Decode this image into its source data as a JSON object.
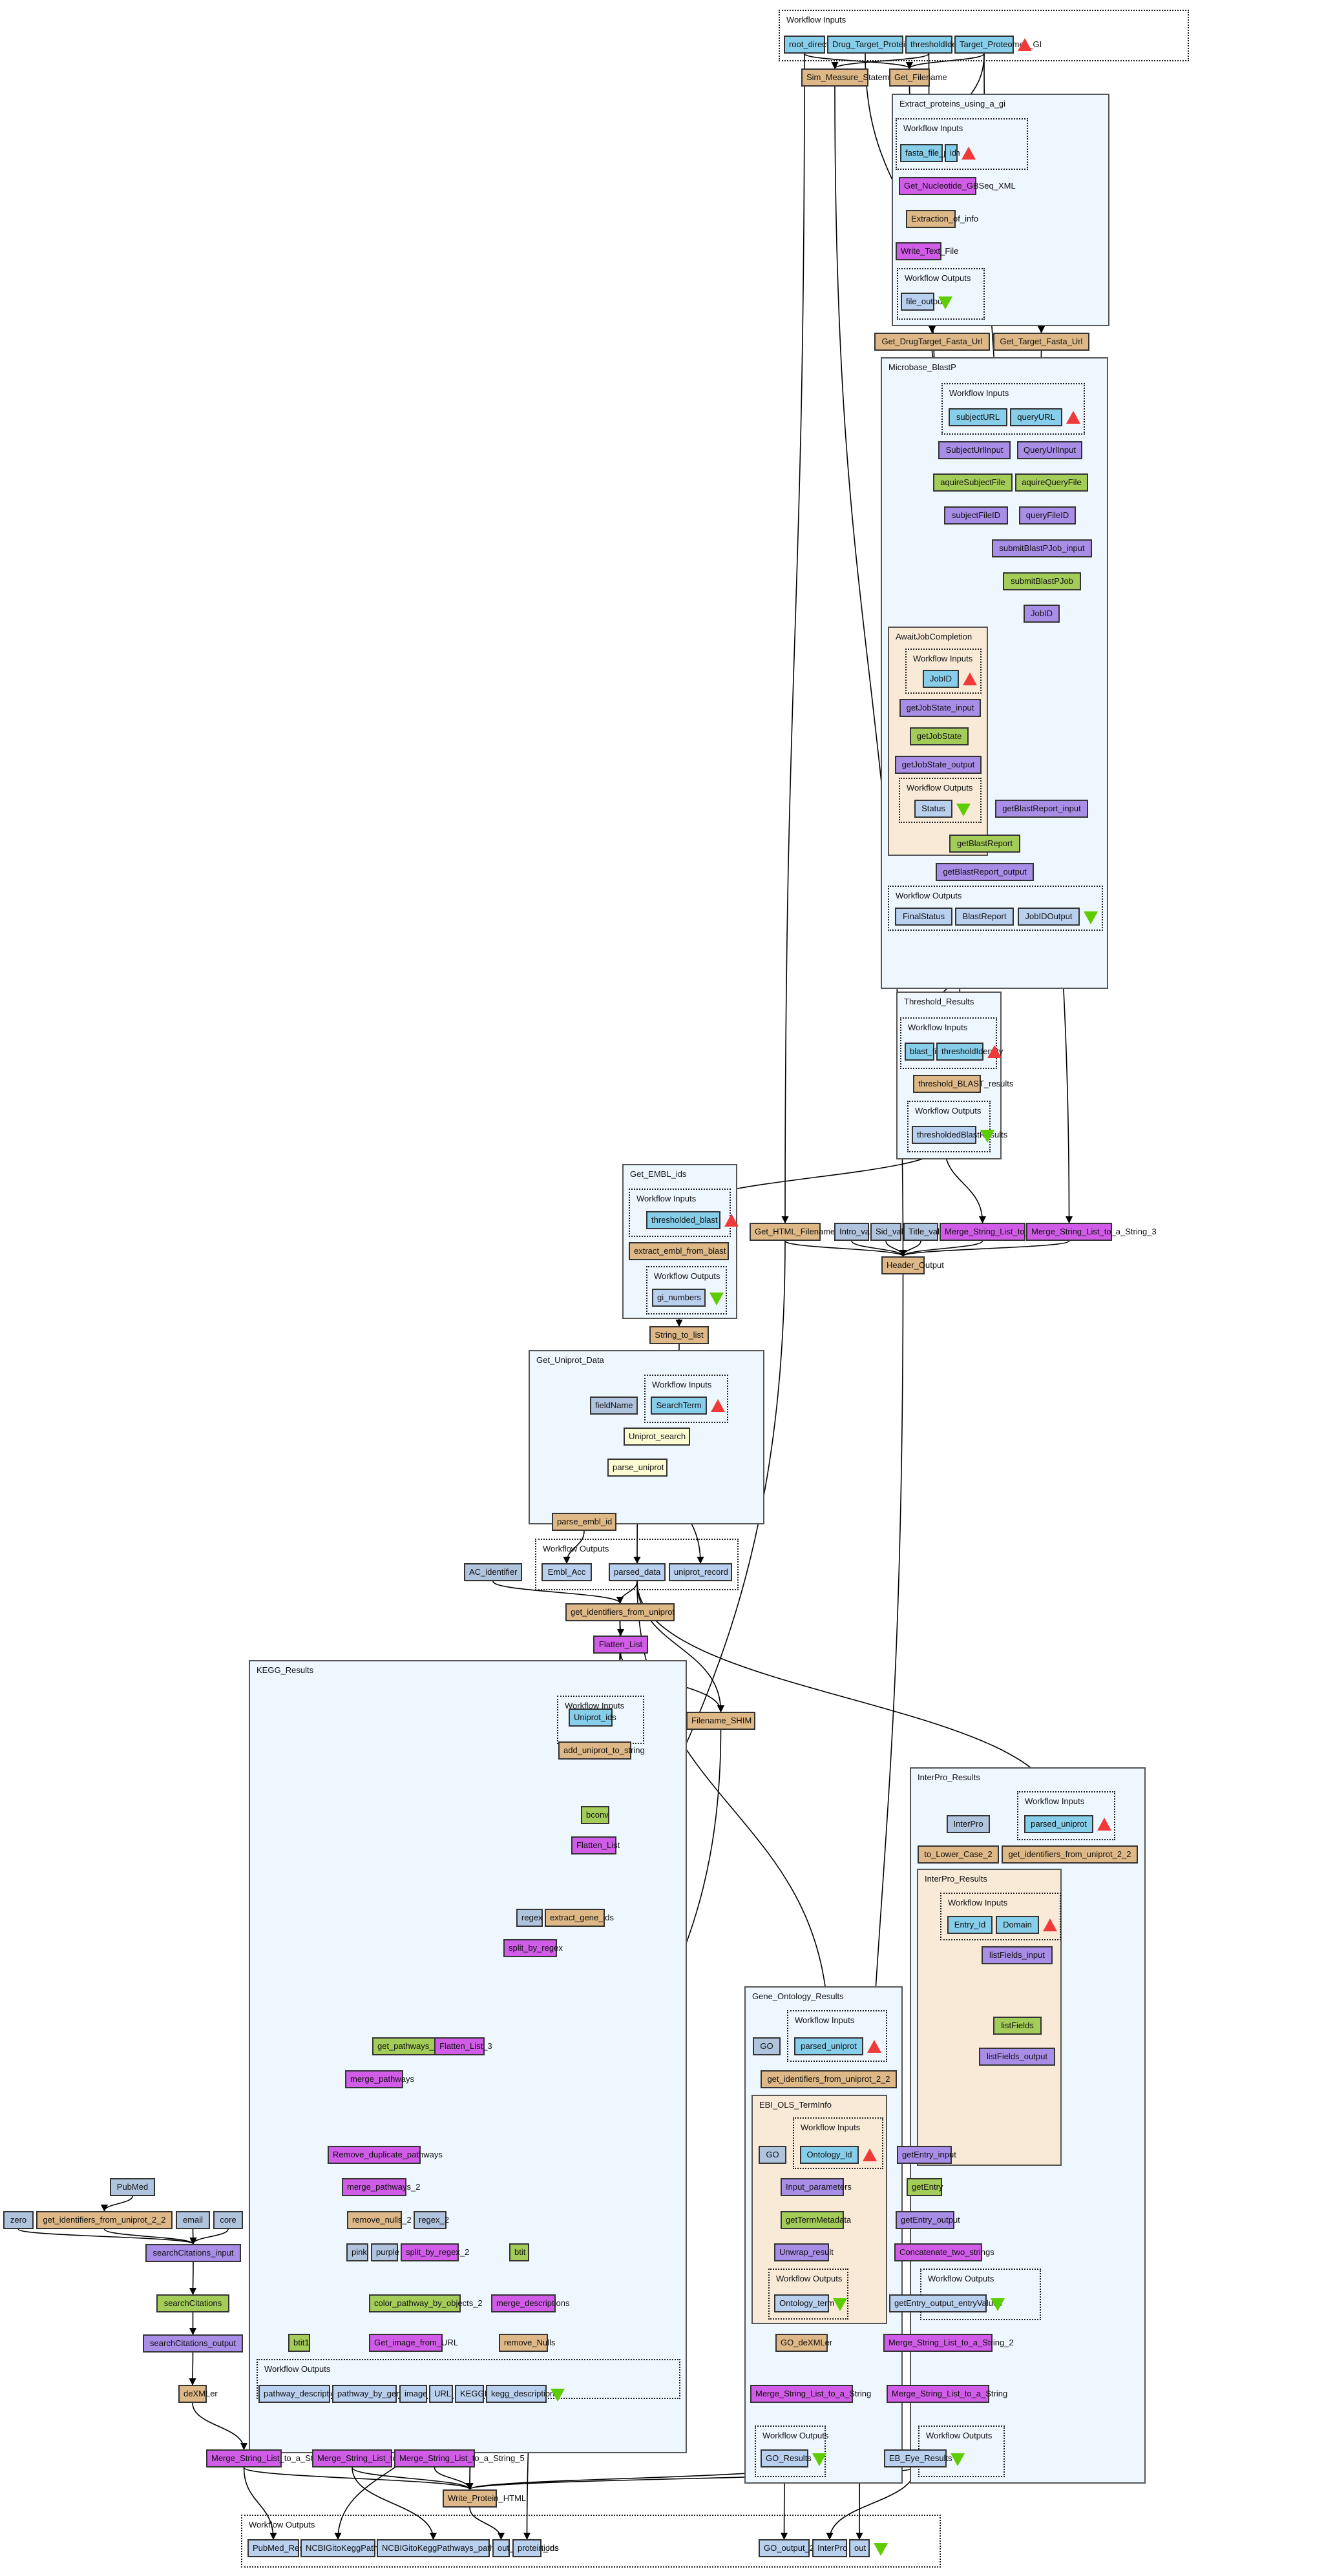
{
  "diagram": {
    "type": "taverna-workflow",
    "groups": {
      "wf_inputs": "Workflow Inputs",
      "wf_outputs": "Workflow Outputs",
      "extract_proteins": "Extract_proteins_using_a_gi",
      "microbase": "Microbase_BlastP",
      "await": "AwaitJobCompletion",
      "threshold": "Threshold_Results",
      "embl": "Get_EMBL_ids",
      "uniprot": "Get_Uniprot_Data",
      "kegg": "KEGG_Results",
      "go": "Gene_Ontology_Results",
      "ebi_ols": "EBI_OLS_TermInfo",
      "interpro_outer": "InterPro_Results",
      "interpro_inner": "InterPro_Results"
    },
    "nodes": {
      "root_directory": "root_directory",
      "drug_target_fasta": "Drug_Target_Protein_FASTA",
      "threshold_identity": "thresholdIdentity",
      "target_proteomes_gi": "Target_Proteomes_GI",
      "sim_measure": "Sim_Measure_Statement",
      "get_filename": "Get_Filename",
      "fasta_file_path": "fasta_file_path",
      "id": "id",
      "get_nucleotide": "Get_Nucleotide_GBSeq_XML",
      "extraction_of_info": "Extraction_of_info",
      "write_text_file": "Write_Text_File",
      "file_output": "file_output",
      "get_drugtarget_url": "Get_DrugTarget_Fasta_Url",
      "get_target_url": "Get_Target_Fasta_Url",
      "subject_url": "subjectURL",
      "query_url": "queryURL",
      "subject_url_input": "SubjectUrlInput",
      "query_url_input": "QueryUrlInput",
      "aquire_subject": "aquireSubjectFile",
      "aquire_query": "aquireQueryFile",
      "subject_file_id": "subjectFileID",
      "query_file_id": "queryFileID",
      "submit_input": "submitBlastPJob_input",
      "submit": "submitBlastPJob",
      "job_id": "JobID",
      "await_job_id": "JobID",
      "get_job_state_input": "getJobState_input",
      "get_job_state": "getJobState",
      "get_job_state_output": "getJobState_output",
      "status": "Status",
      "get_blast_report_input": "getBlastReport_input",
      "get_blast_report": "getBlastReport",
      "get_blast_report_output": "getBlastReport_output",
      "final_status": "FinalStatus",
      "blast_report": "BlastReport",
      "job_id_output": "JobIDOutput",
      "blast_file": "blast_file",
      "th_threshold_identity": "thresholdIdentity",
      "threshold_blast_results": "threshold_BLAST_results",
      "thresholded_blast_results": "thresholdedBlastResults",
      "get_html_filename": "Get_HTML_Filename",
      "intro_value": "Intro_value",
      "sid_value": "Sid_value",
      "title_value": "Title_value",
      "merge_4": "Merge_String_List_to_a_String_4",
      "merge_3": "Merge_String_List_to_a_String_3",
      "header_output": "Header_Output",
      "thresholded_blast": "thresholded_blast",
      "extract_embl": "extract_embl_from_blast",
      "gi_numbers": "gi_numbers",
      "string_to_list": "String_to_list",
      "field_name": "fieldName",
      "search_term": "SearchTerm",
      "uniprot_search": "Uniprot_search",
      "parse_uniprot": "parse_uniprot",
      "parse_embl_id": "parse_embl_id",
      "embl_acc": "Embl_Acc",
      "parsed_data": "parsed_data",
      "uniprot_record": "uniprot_record",
      "ac_identifier": "AC_identifier",
      "get_identifiers": "get_identifiers_from_uniprot",
      "flatten_list": "Flatten_List",
      "filename_shim": "Filename_SHIM",
      "uniprot_ids": "Uniprot_ids",
      "add_uniprot": "add_uniprot_to_string",
      "bconv": "bconv",
      "kegg_flatten": "Flatten_List",
      "regex": "regex",
      "extract_gene_ids": "extract_gene_ids",
      "split_by_regex": "split_by_regex",
      "get_pathways": "get_pathways_by_genes",
      "flatten_3": "Flatten_List_3",
      "merge_pathways": "merge_pathways",
      "remove_dup": "Remove_duplicate_pathways",
      "merge_pathways_2": "merge_pathways_2",
      "remove_nulls_2": "remove_nulls_2",
      "regex_2": "regex_2",
      "pink": "pink",
      "purple": "purple",
      "split_by_regex_2": "split_by_regex_2",
      "color_pathway": "color_pathway_by_objects_2",
      "get_image": "Get_image_from_URL",
      "btit": "btit",
      "btit1": "btit1",
      "merge_descriptions": "merge_descriptions",
      "remove_nulls": "remove_Nulls",
      "pathway_descriptions": "pathway_descriptions",
      "pathway_by_genes": "pathway_by_genes",
      "image": "image",
      "url": "URL",
      "keggid": "KEGGID",
      "kegg_descriptions": "kegg_descriptions",
      "pubmed": "PubMed",
      "zero": "zero",
      "get_identifiers_22_left": "get_identifiers_from_uniprot_2_2",
      "email": "email",
      "core": "core",
      "search_citations_input": "searchCitations_input",
      "search_citations": "searchCitations",
      "search_citations_output": "searchCitations_output",
      "dexmler": "deXMLer",
      "merge_main": "Merge_String_List_to_a_String",
      "merge_2": "Merge_String_List_to_a_String_2",
      "merge_5": "Merge_String_List_to_a_String_5",
      "write_protein_html": "Write_Protein_HTML",
      "go_const": "GO",
      "go_parsed_uniprot": "parsed_uniprot",
      "go_get_identifiers": "get_identifiers_from_uniprot_2_2",
      "go_const_inner": "GO",
      "ontology_id": "Ontology_Id",
      "input_parameters": "Input_parameters",
      "get_term_metadata": "getTermMetadata",
      "unwrap_result": "Unwrap_result",
      "ontology_term": "Ontology_term",
      "go_dexmler": "GO_deXMLer",
      "go_merge": "Merge_String_List_to_a_String",
      "go_results": "GO_Results",
      "interpro_const": "InterPro",
      "ip_parsed_uniprot": "parsed_uniprot",
      "to_lower": "to_Lower_Case_2",
      "ip_get_identifiers": "get_identifiers_from_uniprot_2_2",
      "entry_id": "Entry_Id",
      "domain": "Domain",
      "list_fields_input": "listFields_input",
      "list_fields": "listFields",
      "list_fields_output": "listFields_output",
      "get_entry_input": "getEntry_input",
      "get_entry": "getEntry",
      "get_entry_output": "getEntry_output",
      "concatenate": "Concatenate_two_strings",
      "entry_values": "getEntry_output_entryValues",
      "ip_merge_2": "Merge_String_List_to_a_String_2",
      "ip_merge": "Merge_String_List_to_a_String",
      "eb_eye_results": "EB_Eye_Results",
      "pubmed_results_2": "PubMed_Results_2",
      "ncbi_kegg_url": "NCBIGitoKeggPathways_URL",
      "ncbi_kegg_desc": "NCBIGitoKeggPathways_pathway_descriptions",
      "out_2": "out_2",
      "protein_ids": "protein_ids",
      "go_output_2": "GO_output_2",
      "interpro_out": "InterPro",
      "out": "out"
    },
    "legend_colors": {
      "workflow_input": "#87ceeb",
      "workflow_output": "#b9d0ee",
      "constant": "#b0c4de",
      "beanshell": "#deb887",
      "local_worker": "#d05ce8",
      "wsdl_service": "#a3cc59",
      "xml_splitter": "#a98ee8",
      "biomoby": "#fbfbd2",
      "nested_workflow": "#eef6fe",
      "input_marker": "#f03a3a",
      "output_marker": "#5dcc00"
    }
  }
}
